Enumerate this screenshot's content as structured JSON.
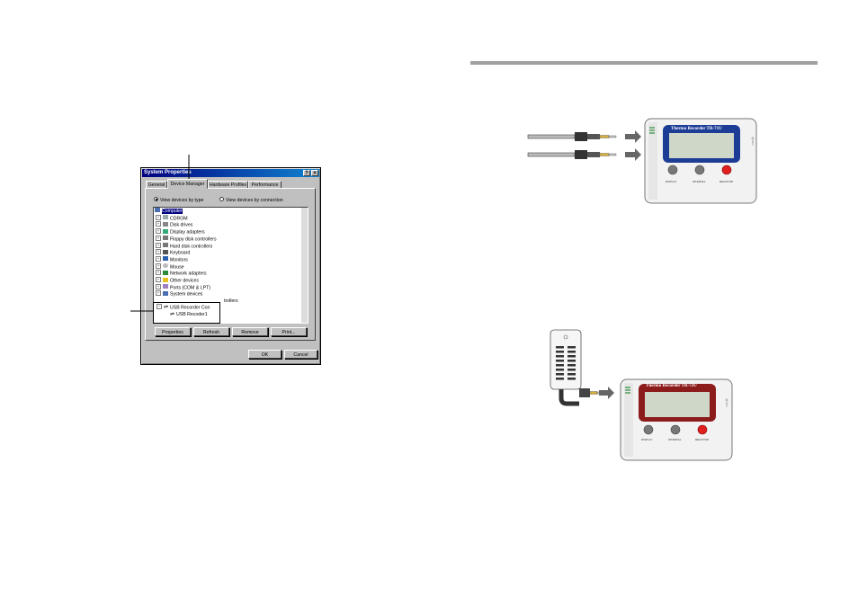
{
  "dialog": {
    "title": "System Properties",
    "title_buttons": {
      "help": "?",
      "close": "×"
    },
    "tabs": [
      "General",
      "Device Manager",
      "Hardware Profiles",
      "Performance"
    ],
    "active_tab": "Device Manager",
    "radio_type": "View devices by type",
    "radio_connection": "View devices by connection",
    "tree": [
      {
        "label": "Computer",
        "selected": true
      },
      {
        "label": "CDROM"
      },
      {
        "label": "Disk drives"
      },
      {
        "label": "Display adapters"
      },
      {
        "label": "Floppy disk controllers"
      },
      {
        "label": "Hard disk controllers"
      },
      {
        "label": "Keyboard"
      },
      {
        "label": "Monitors"
      },
      {
        "label": "Mouse"
      },
      {
        "label": "Network adapters"
      },
      {
        "label": "Other devices"
      },
      {
        "label": "Ports (COM & LPT)"
      },
      {
        "label": "System devices"
      },
      {
        "label": "trollers"
      }
    ],
    "callout": {
      "group": "USB Recorder Con",
      "child": "USB Recoder1"
    },
    "buttons": {
      "properties": "Properties",
      "refresh": "Refresh",
      "remove": "Remove",
      "print": "Print...",
      "ok": "OK",
      "cancel": "Cancel"
    }
  },
  "device1": {
    "screen_title": "Thermo Recorder",
    "model": "TR-71U",
    "buttons": [
      "DISPLAY",
      "INTERVAL",
      "REC/STOP"
    ],
    "screen_color": "#1c3c96",
    "rec_color": "#e02020"
  },
  "device2": {
    "screen_title": "Thermo Recorder",
    "model": "TR-72U",
    "buttons": [
      "DISPLAY",
      "INTERVAL",
      "REC/STOP"
    ],
    "screen_color": "#8c1c1c",
    "rec_color": "#e02020"
  },
  "colors": {
    "titlebar": "#000080",
    "rule": "#a0a0a0"
  }
}
